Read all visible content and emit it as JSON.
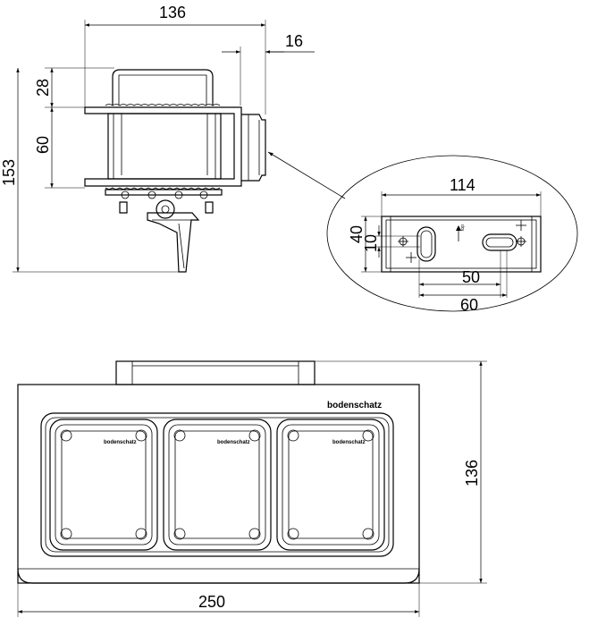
{
  "side_view": {
    "dim_width": "136",
    "dim_offset": "16",
    "dim_top": "28",
    "dim_middle": "60",
    "dim_total_height": "153"
  },
  "detail_view": {
    "dim_width": "114",
    "dim_height": "40",
    "dim_small": "10",
    "dim_hole_spacing": "50",
    "dim_slot_spacing": "60",
    "label_top": "top"
  },
  "front_view": {
    "brand": "bodenschatz",
    "dim_height": "136",
    "dim_width": "250",
    "socket_brands": [
      "bodenschatz",
      "bodenschatz",
      "bodenschatz"
    ]
  }
}
